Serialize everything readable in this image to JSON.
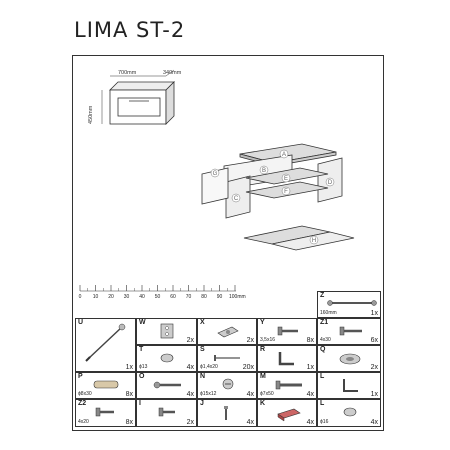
{
  "title": "LIMA  ST-2",
  "product_dims": {
    "width": "700mm",
    "depth": "340mm",
    "height": "450mm"
  },
  "panel_letters": [
    "A",
    "B",
    "C",
    "D",
    "E",
    "F",
    "G",
    "H"
  ],
  "ruler": {
    "ticks": [
      "0",
      "10",
      "20",
      "30",
      "40",
      "50",
      "60",
      "70",
      "80",
      "90",
      "100mm"
    ]
  },
  "hardware": [
    {
      "letter": "Z",
      "spec": "160mm",
      "qty": "1x",
      "icon": "hanger-rail-icon"
    },
    {
      "letter": "U",
      "spec": "",
      "qty": "1x",
      "icon": "hinge-rod-icon"
    },
    {
      "letter": "W",
      "spec": "",
      "qty": "2x",
      "icon": "hinge-plate-icon"
    },
    {
      "letter": "X",
      "spec": "",
      "qty": "2x",
      "icon": "bracket-icon"
    },
    {
      "letter": "Y",
      "spec": "3,5x16",
      "qty": "8x",
      "icon": "screw-icon"
    },
    {
      "letter": "Z1",
      "spec": "4x30",
      "qty": "6x",
      "icon": "screw-icon"
    },
    {
      "letter": "T",
      "spec": "ϕ13",
      "qty": "4x",
      "icon": "cap-icon"
    },
    {
      "letter": "S",
      "spec": "ϕ1,4x20",
      "qty": "20x",
      "icon": "nail-icon"
    },
    {
      "letter": "R",
      "spec": "",
      "qty": "1x",
      "icon": "angle-bracket-icon"
    },
    {
      "letter": "Q",
      "spec": "",
      "qty": "2x",
      "icon": "pad-icon"
    },
    {
      "letter": "P",
      "spec": "ϕ8x30",
      "qty": "8x",
      "icon": "dowel-icon"
    },
    {
      "letter": "O",
      "spec": "",
      "qty": "4x",
      "icon": "cam-bolt-icon"
    },
    {
      "letter": "N",
      "spec": "ϕ15x12",
      "qty": "4x",
      "icon": "cam-lock-icon"
    },
    {
      "letter": "M",
      "spec": "ϕ7x50",
      "qty": "4x",
      "icon": "screw-icon"
    },
    {
      "letter": "L",
      "spec": "",
      "qty": "1x",
      "icon": "allen-key-icon"
    },
    {
      "letter": "Z2",
      "spec": "4x20",
      "qty": "8x",
      "icon": "screw-icon"
    },
    {
      "letter": "I",
      "spec": "",
      "qty": "2x",
      "icon": "screw-icon"
    },
    {
      "letter": "J",
      "spec": "",
      "qty": "4x",
      "icon": "pin-icon"
    },
    {
      "letter": "K",
      "spec": "",
      "qty": "4x",
      "icon": "block-icon"
    },
    {
      "letter": "L",
      "spec": "ϕ16",
      "qty": "4x",
      "icon": "cap-icon"
    }
  ]
}
